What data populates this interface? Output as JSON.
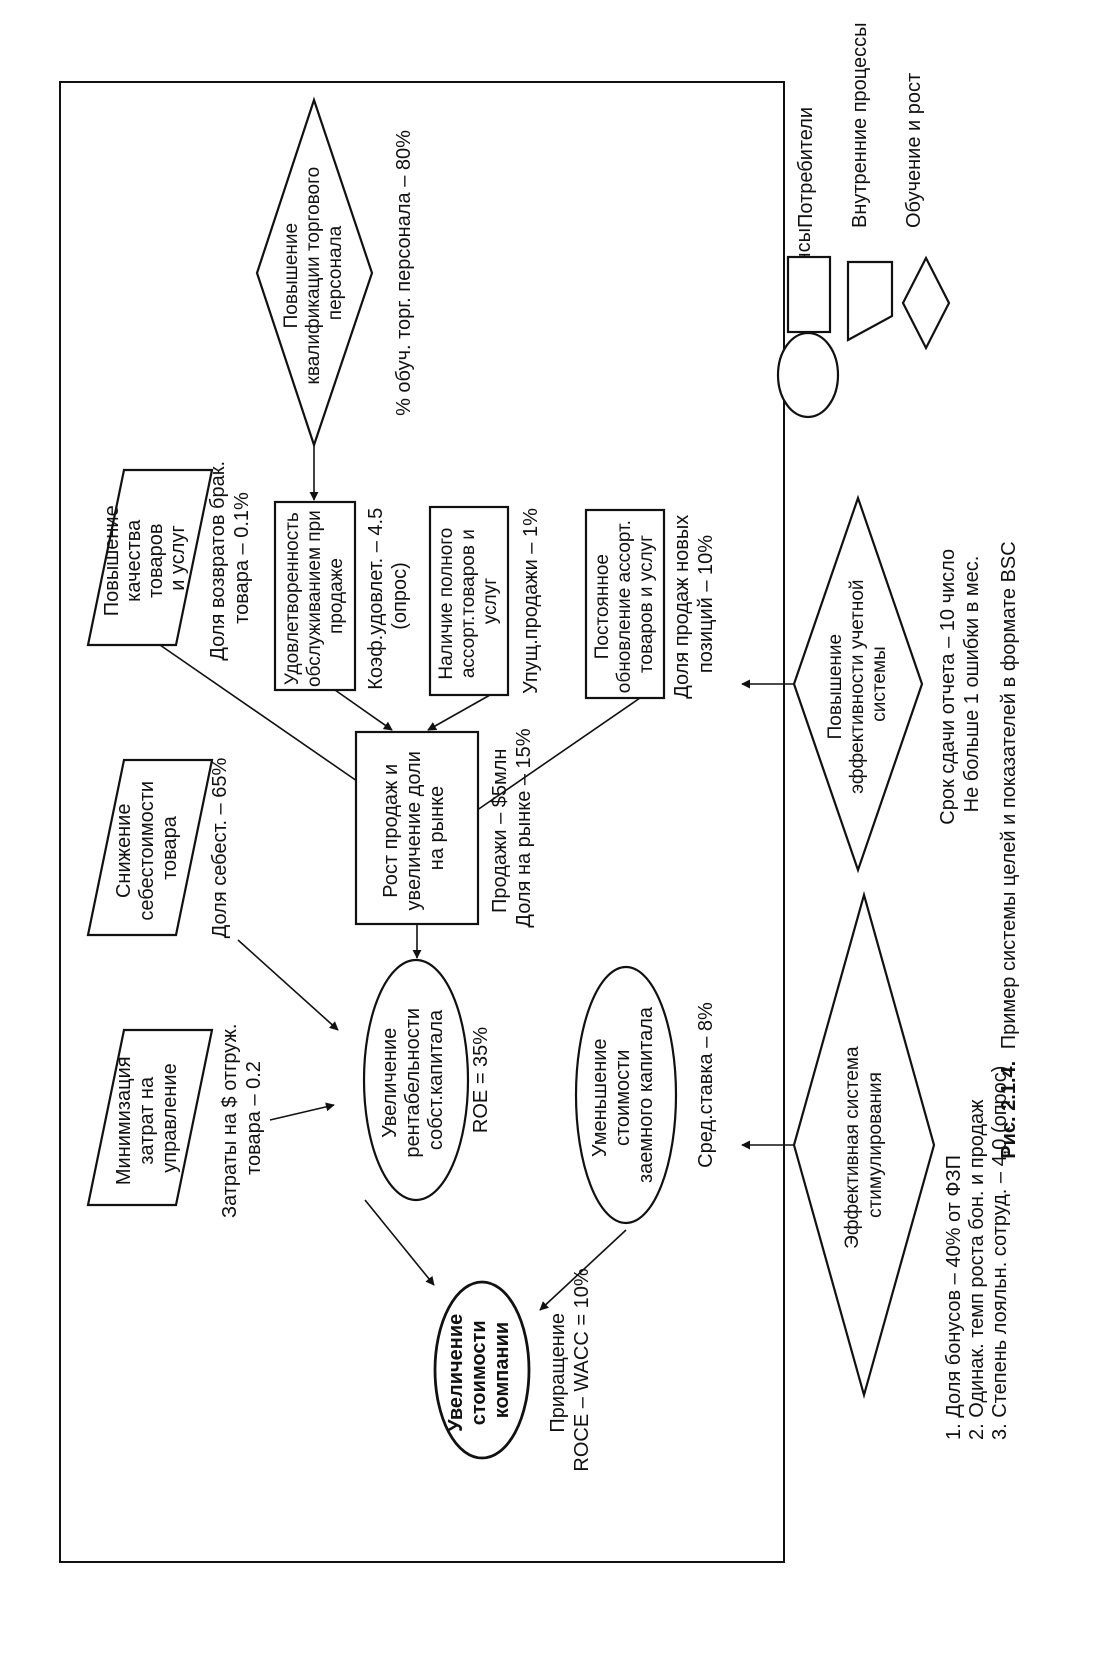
{
  "caption": {
    "label": "Рис. 2.1.4.",
    "text": "Пример системы целей и показателей в формате BSC"
  },
  "nodes": {
    "company_value": [
      "Увеличение",
      "стоимости",
      "компании"
    ],
    "roe_growth": [
      "Увеличение",
      "рентабельности",
      "собст.капитала"
    ],
    "debt_cost": [
      "Уменьшение",
      "стоимости",
      "заемного капитала"
    ],
    "sales_growth": [
      "Рост продаж и",
      "увеличение доли",
      "на рынке"
    ],
    "admin_costs": [
      "Минимизация",
      "затрат на",
      "управление"
    ],
    "cost_reduction": [
      "Снижение",
      "себестоимости",
      "товара"
    ],
    "quality": [
      "Повышение",
      "качества",
      "товаров",
      "и услуг"
    ],
    "satisfaction": [
      "Удовлетворенность",
      "обслуживанием при",
      "продаже"
    ],
    "assortment": [
      "Наличие полного",
      "ассорт.товаров и",
      "услуг"
    ],
    "renewal": [
      "Постоянное",
      "обновление ассорт.",
      "товаров и услуг"
    ],
    "staff_qualification": [
      "Повышение",
      "квалификации торгового",
      "персонала"
    ],
    "accounting": [
      "Повышение",
      "эффективности учетной",
      "системы"
    ],
    "incentives": [
      "Эффективная система",
      "стимулирования"
    ]
  },
  "metrics": {
    "company_value": [
      "Приращение",
      "ROCE – WACC = 10%"
    ],
    "roe": "ROE = 35%",
    "debt": "Сред.ставка – 8%",
    "sales": [
      "Продажи – $5млн",
      "Доля на рынке – 15%"
    ],
    "admin": [
      "Затраты на $ отгруж.",
      "товара – 0.2"
    ],
    "cost": "Доля себест. – 65%",
    "quality": [
      "Доля возвратов брак.",
      "товара – 0.1%"
    ],
    "satisfaction": [
      "Коэф.удовлет. – 4.5",
      "(опрос)"
    ],
    "assortment": "Упущ.продажи – 1%",
    "renewal": [
      "Доля продаж новых",
      "позиций – 10%"
    ],
    "staff": "% обуч. торг. персонала – 80%",
    "accounting": [
      "Срок сдачи отчета – 10 число",
      "Не больше 1 ошибки в мес."
    ],
    "incentives": [
      "1. Доля бонусов – 40% от ФЗП",
      "2. Одинак. темп роста бон. и продаж",
      "3. Степень лояльн. сотруд. – 4,0 (опрос)"
    ]
  },
  "legend": {
    "finance": "Финансы",
    "customers": "Потребители",
    "processes": "Внутренние процессы",
    "learning": "Обучение и рост"
  }
}
